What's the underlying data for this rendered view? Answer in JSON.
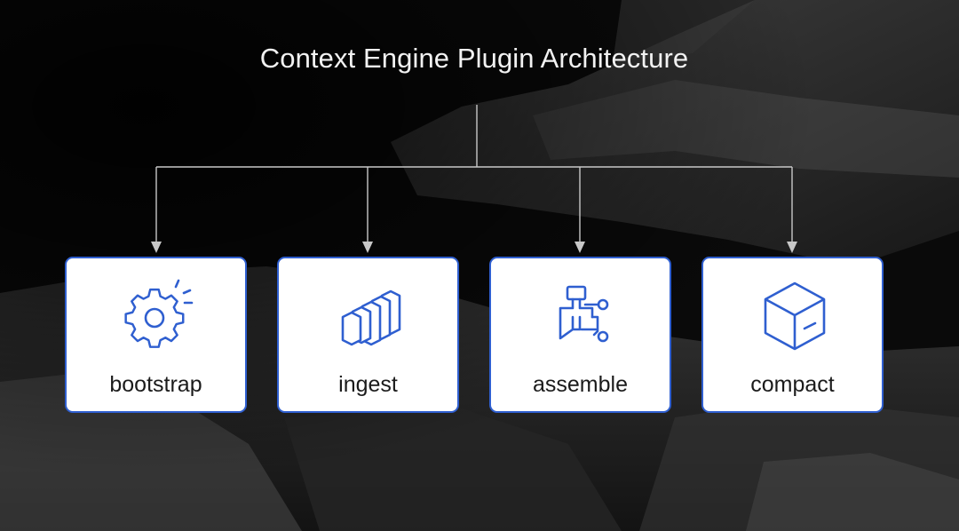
{
  "title": "Context Engine Plugin Architecture",
  "accent_color": "#2f5fd0",
  "connector_color": "#c8c8c8",
  "stages": [
    {
      "label": "bootstrap",
      "icon": "gear-icon"
    },
    {
      "label": "ingest",
      "icon": "stacked-pages-icon"
    },
    {
      "label": "assemble",
      "icon": "flow-assembly-icon"
    },
    {
      "label": "compact",
      "icon": "cube-icon"
    }
  ]
}
